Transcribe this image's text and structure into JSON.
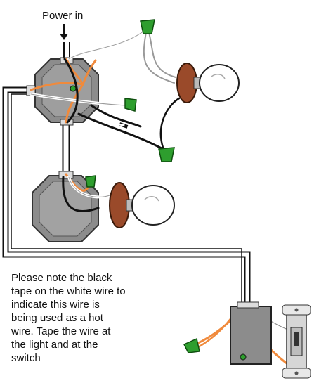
{
  "diagram": {
    "power_label": "Power in",
    "note_lines": [
      "Please note the black",
      "tape on the white wire to",
      "indicate this wire is",
      "being used as a hot",
      "wire.  Tape the wire at",
      "the light and at the",
      "switch"
    ],
    "colors": {
      "wire_black": "#111111",
      "wire_white": "#ffffff",
      "wire_copper": "#f08a3c",
      "wire_gray": "#9a9a9a",
      "wire_nut": "#2e9e2e",
      "fixture": "#9a4a2a",
      "box_gray": "#8c8c8c",
      "switch_body": "#d6d6d6"
    },
    "icons": [
      "junction-box-icon",
      "light-bulb-icon",
      "wire-nut-icon",
      "switch-icon"
    ]
  }
}
